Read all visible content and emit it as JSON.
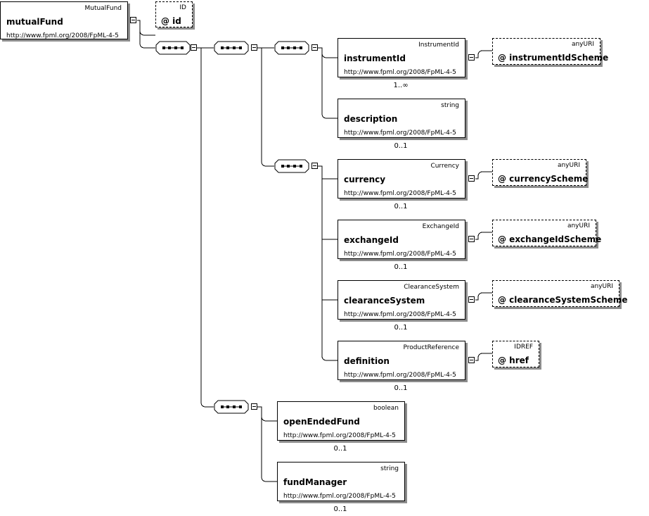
{
  "root": {
    "name": "mutualFund",
    "type": "MutualFund",
    "namespace": "http://www.fpml.org/2008/FpML-4-5"
  },
  "root_attr": {
    "name": "@ id",
    "type": "ID"
  },
  "elements": {
    "instrumentId": {
      "name": "instrumentId",
      "type": "InstrumentId",
      "namespace": "http://www.fpml.org/2008/FpML-4-5",
      "occurrence": "1..∞"
    },
    "description": {
      "name": "description",
      "type": "string",
      "namespace": "http://www.fpml.org/2008/FpML-4-5",
      "occurrence": "0..1"
    },
    "currency": {
      "name": "currency",
      "type": "Currency",
      "namespace": "http://www.fpml.org/2008/FpML-4-5",
      "occurrence": "0..1"
    },
    "exchangeId": {
      "name": "exchangeId",
      "type": "ExchangeId",
      "namespace": "http://www.fpml.org/2008/FpML-4-5",
      "occurrence": "0..1"
    },
    "clearanceSystem": {
      "name": "clearanceSystem",
      "type": "ClearanceSystem",
      "namespace": "http://www.fpml.org/2008/FpML-4-5",
      "occurrence": "0..1"
    },
    "definition": {
      "name": "definition",
      "type": "ProductReference",
      "namespace": "http://www.fpml.org/2008/FpML-4-5",
      "occurrence": "0..1"
    },
    "openEndedFund": {
      "name": "openEndedFund",
      "type": "boolean",
      "namespace": "http://www.fpml.org/2008/FpML-4-5",
      "occurrence": "0..1"
    },
    "fundManager": {
      "name": "fundManager",
      "type": "string",
      "namespace": "http://www.fpml.org/2008/FpML-4-5",
      "occurrence": "0..1"
    }
  },
  "attributes": {
    "instrumentIdScheme": {
      "name": "@ instrumentIdScheme",
      "type": "anyURI"
    },
    "currencyScheme": {
      "name": "@ currencyScheme",
      "type": "anyURI"
    },
    "exchangeIdScheme": {
      "name": "@ exchangeIdScheme",
      "type": "anyURI"
    },
    "clearanceSystemScheme": {
      "name": "@ clearanceSystemScheme",
      "type": "anyURI"
    },
    "href": {
      "name": "@ href",
      "type": "IDREF"
    }
  }
}
